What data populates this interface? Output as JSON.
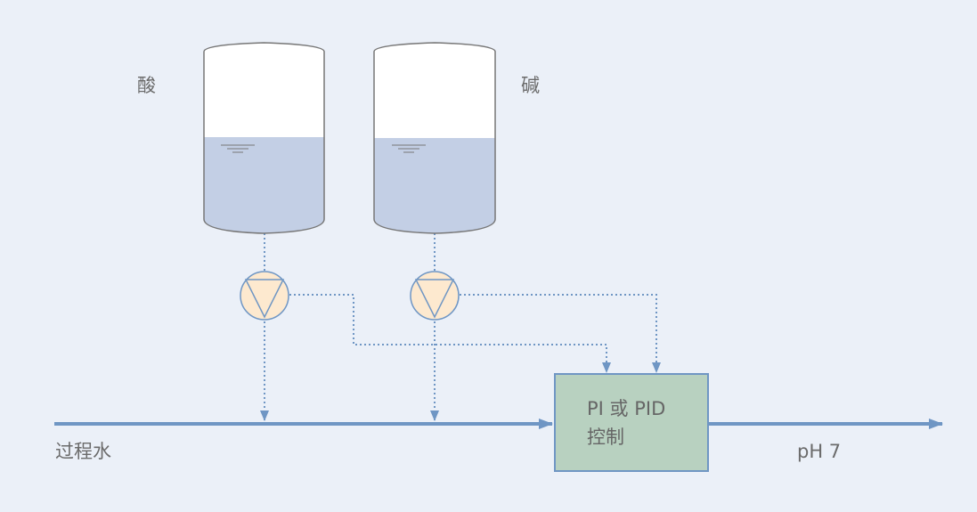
{
  "labels": {
    "acid": "酸",
    "base": "碱",
    "process_water": "过程水",
    "ph_out": "pH 7"
  },
  "controller": {
    "line1": "PI 或 PID",
    "line2": "控制"
  },
  "colors": {
    "background": "#ebf0f8",
    "tank_fill": "#ffffff",
    "tank_stroke": "#777777",
    "liquid": "#c3cfe5",
    "pump_fill": "#fde9cf",
    "line_blue": "#6f96c4",
    "controller_fill": "#b8d1c0",
    "controller_stroke": "#6f96c4",
    "text": "#6b6b6b"
  },
  "icons": {
    "pump": "centrifugal-pump-icon",
    "tank": "storage-tank-icon",
    "level": "liquid-level-icon"
  }
}
